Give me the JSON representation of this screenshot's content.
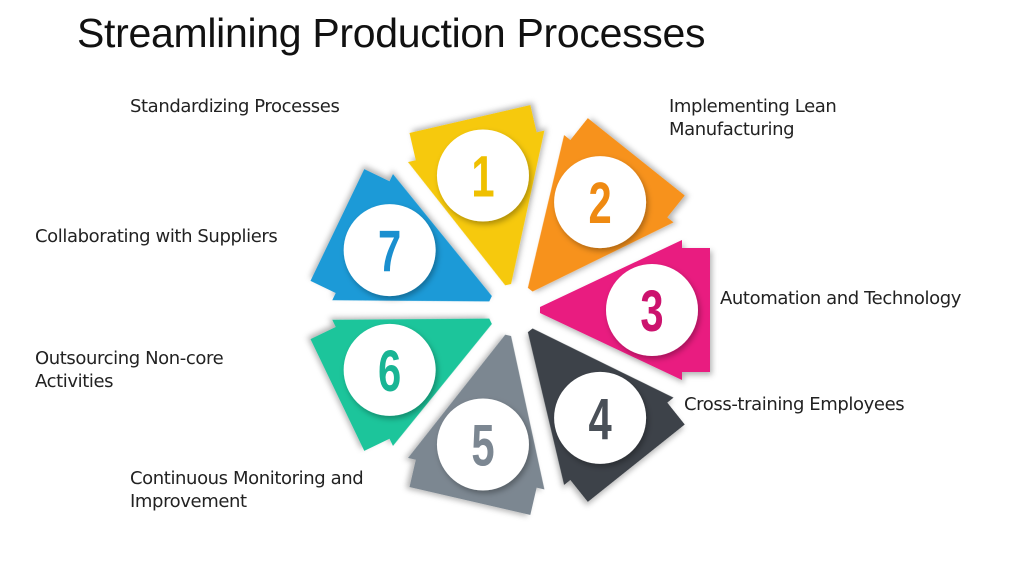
{
  "title": "Streamlining Production Processes",
  "steps": [
    {
      "number": "1",
      "label": "Standardizing Processes",
      "fill": "#f6c90e",
      "text_color": "#efc000"
    },
    {
      "number": "2",
      "label": "Implementing Lean Manufacturing",
      "fill": "#f7921e",
      "text_color": "#ef8a12"
    },
    {
      "number": "3",
      "label": "Automation and Technology",
      "fill": "#e91a80",
      "text_color": "#cc136e"
    },
    {
      "number": "4",
      "label": "Cross-training Employees",
      "fill": "#3d4349",
      "text_color": "#4a5058"
    },
    {
      "number": "5",
      "label": "Continuous Monitoring and Improvement",
      "fill": "#7c8791",
      "text_color": "#7c8792"
    },
    {
      "number": "6",
      "label": "Outsourcing Non-core Activities",
      "fill": "#1fc59b",
      "text_color": "#19b594"
    },
    {
      "number": "7",
      "label": "Collaborating with Suppliers",
      "fill": "#1c9ad7",
      "text_color": "#1a8fcf"
    }
  ]
}
